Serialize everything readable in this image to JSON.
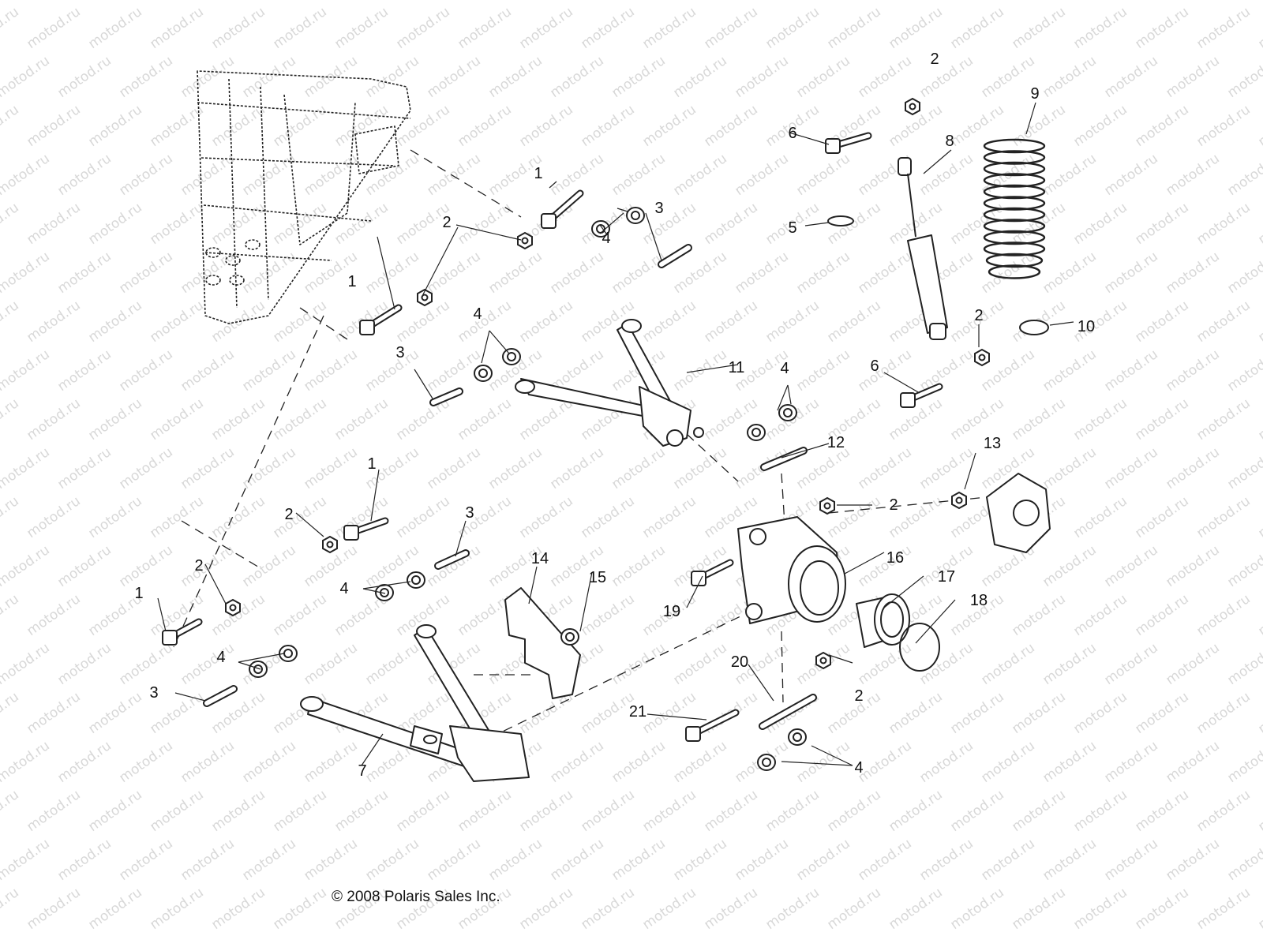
{
  "watermark": "motod.ru",
  "copyright": "© 2008 Polaris Sales Inc.",
  "callouts": [
    "1",
    "2",
    "3",
    "4",
    "5",
    "6",
    "7",
    "8",
    "9",
    "10",
    "11",
    "12",
    "13",
    "14",
    "15",
    "16",
    "17",
    "18",
    "19",
    "20",
    "21"
  ],
  "colors": {
    "line": "#222222",
    "watermark": "#d8d8d8",
    "background": "#ffffff"
  }
}
